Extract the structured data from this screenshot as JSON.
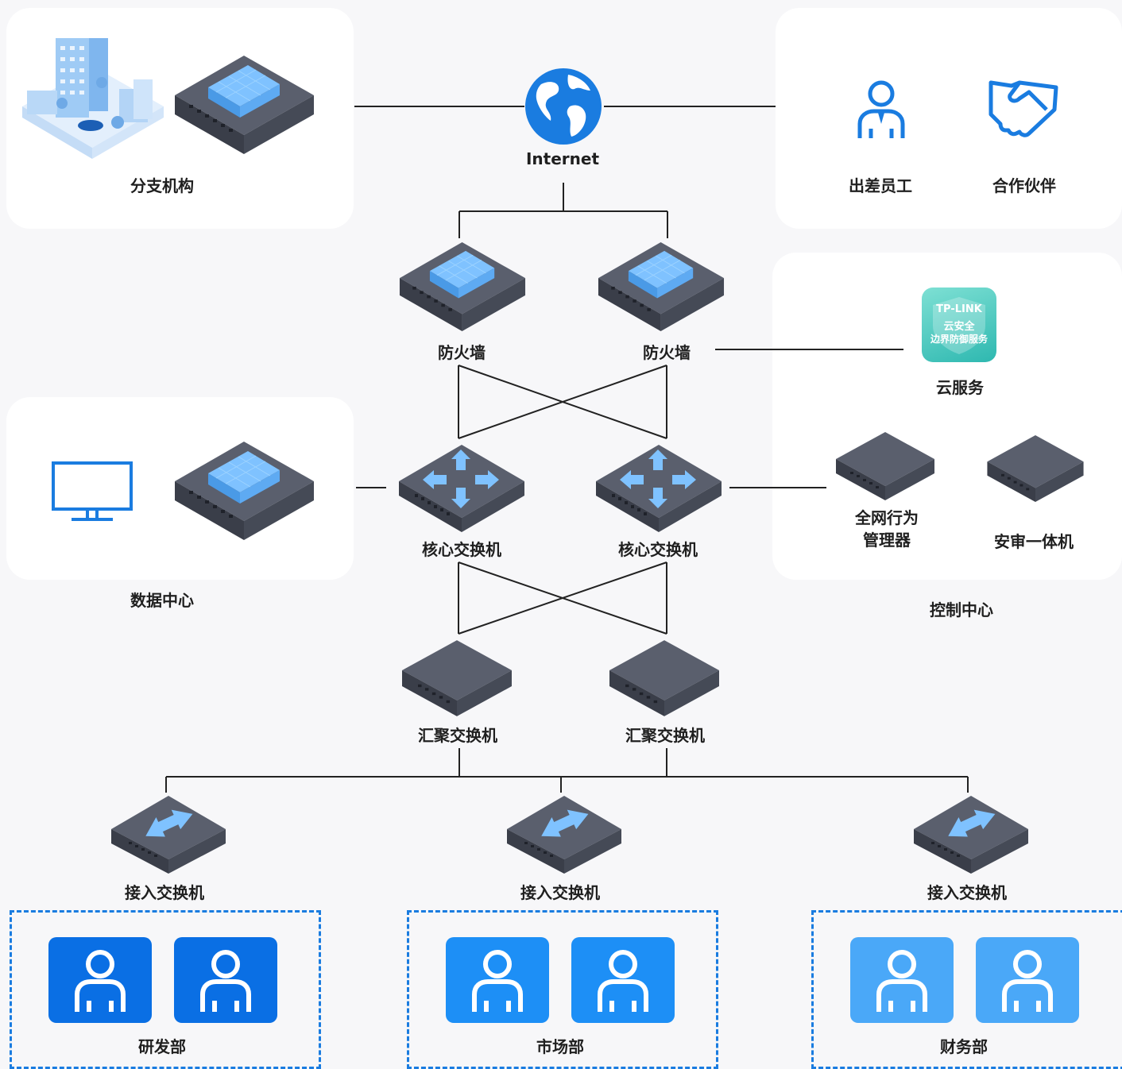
{
  "labels": {
    "internet": "Internet",
    "branch": "分支机构",
    "travel_staff": "出差员工",
    "partner": "合作伙伴",
    "firewall_left": "防火墙",
    "firewall_right": "防火墙",
    "cloud_service": "云服务",
    "cloud_badge_line1": "TP-LINK",
    "cloud_badge_line2": "云安全",
    "cloud_badge_line3": "边界防御服务",
    "data_center": "数据中心",
    "core_switch_left": "核心交换机",
    "core_switch_right": "核心交换机",
    "behavior_manager": "全网行为管理器",
    "audit_appliance": "安审一体机",
    "control_center": "控制中心",
    "agg_switch_left": "汇聚交换机",
    "agg_switch_right": "汇聚交换机",
    "access_switch_1": "接入交换机",
    "access_switch_2": "接入交换机",
    "access_switch_3": "接入交换机",
    "dept_rd": "研发部",
    "dept_market": "市场部",
    "dept_finance": "财务部"
  },
  "colors": {
    "dept_rd": "#0a6fe4",
    "dept_market": "#1d8ff6",
    "dept_finance": "#4aa8f8",
    "accent": "#1a7ce0",
    "device_body": "#4b4f5c"
  }
}
